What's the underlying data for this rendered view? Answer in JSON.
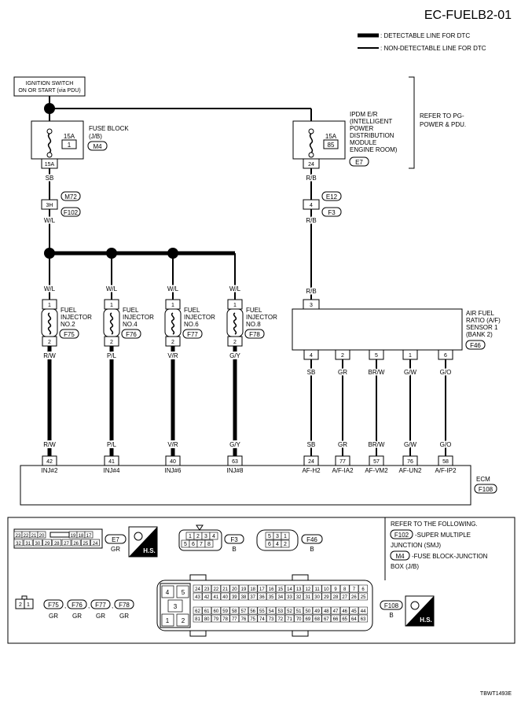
{
  "page_id": "EC-FUELB2-01",
  "legend": {
    "detectable": ": DETECTABLE LINE FOR DTC",
    "non_detectable": ": NON-DETECTABLE LINE FOR DTC"
  },
  "ignition": {
    "line1": "IGNITION SWITCH",
    "line2": "ON OR START (via PDU)"
  },
  "fuse_block": {
    "lines": [
      "FUSE BLOCK",
      "(J/B)"
    ],
    "fuse_rating": "15A",
    "fuse_no": "1",
    "connector": "M4",
    "terminal": "15A"
  },
  "ipdm": {
    "lines": [
      "IPDM E/R",
      "(INTELLIGENT",
      "POWER",
      "DISTRIBUTION",
      "MODULE",
      "ENGINE ROOM)"
    ],
    "fuse_rating": "15A",
    "fuse_no": "85",
    "connector": "E7",
    "terminal": "24"
  },
  "refer_pg": [
    "REFER TO PG-",
    "POWER & PDU."
  ],
  "left_wires": {
    "sb": "SB",
    "joint_term": "3H",
    "joint_conn_top": "M72",
    "joint_conn_bot": "F102",
    "wl": "W/L"
  },
  "right_wires": {
    "rb": "R/B",
    "joint_term": "4",
    "joint_conn_top": "E12",
    "joint_conn_bot": "F3",
    "rb2": "R/B"
  },
  "injectors": [
    {
      "name": [
        "FUEL",
        "INJECTOR",
        "NO.2"
      ],
      "conn": "F75",
      "in_wire": "W/L",
      "out_wire": "R/W",
      "ecm_wire": "R/W",
      "ecm_term": "42",
      "ecm_label": "INJ#2"
    },
    {
      "name": [
        "FUEL",
        "INJECTOR",
        "NO.4"
      ],
      "conn": "F76",
      "in_wire": "W/L",
      "out_wire": "P/L",
      "ecm_wire": "P/L",
      "ecm_term": "41",
      "ecm_label": "INJ#4"
    },
    {
      "name": [
        "FUEL",
        "INJECTOR",
        "NO.6"
      ],
      "conn": "F77",
      "in_wire": "W/L",
      "out_wire": "V/R",
      "ecm_wire": "V/R",
      "ecm_term": "40",
      "ecm_label": "INJ#6"
    },
    {
      "name": [
        "FUEL",
        "INJECTOR",
        "NO.8"
      ],
      "conn": "F78",
      "in_wire": "W/L",
      "out_wire": "G/Y",
      "ecm_wire": "G/Y",
      "ecm_term": "63",
      "ecm_label": "INJ#8"
    }
  ],
  "inj_pin_top": "1",
  "inj_pin_bot": "2",
  "af_sensor": {
    "lines": [
      "AIR FUEL",
      "RATIO (A/F)",
      "SENSOR 1",
      "(BANK 2)"
    ],
    "conn": "F46",
    "in_wire": "R/B",
    "in_term": "3",
    "outputs": [
      {
        "term": "4",
        "wire": "SB",
        "ecm_wire": "SB",
        "ecm_term": "24",
        "ecm_label": "AF-H2"
      },
      {
        "term": "2",
        "wire": "GR",
        "ecm_wire": "GR",
        "ecm_term": "77",
        "ecm_label": "A/F-IA2"
      },
      {
        "term": "5",
        "wire": "BR/W",
        "ecm_wire": "BR/W",
        "ecm_term": "57",
        "ecm_label": "AF-VM2"
      },
      {
        "term": "1",
        "wire": "G/W",
        "ecm_wire": "G/W",
        "ecm_term": "76",
        "ecm_label": "AF-UN2"
      },
      {
        "term": "6",
        "wire": "G/O",
        "ecm_wire": "G/O",
        "ecm_term": "58",
        "ecm_label": "A/F-IP2"
      }
    ]
  },
  "ecm": {
    "label": "ECM",
    "conn": "F108"
  },
  "connectors": {
    "e7": {
      "id": "E7",
      "color": "GR",
      "row1": [
        "23",
        "22",
        "21",
        "20",
        "19",
        "18",
        "17"
      ],
      "row2": [
        "32",
        "31",
        "30",
        "29",
        "28",
        "27",
        "26",
        "25",
        "24"
      ]
    },
    "f3": {
      "id": "F3",
      "color": "B",
      "row1": [
        "1",
        "2",
        "3",
        "4"
      ],
      "row2": [
        "5",
        "6",
        "7",
        "8"
      ]
    },
    "f46": {
      "id": "F46",
      "color": "B",
      "row1": [
        "5",
        "3",
        "1"
      ],
      "row2": [
        "6",
        "4",
        "2"
      ]
    },
    "inj": {
      "pins": [
        "2",
        "1"
      ],
      "ids": [
        "F75",
        "F76",
        "F77",
        "F78"
      ],
      "colors": [
        "GR",
        "GR",
        "GR",
        "GR"
      ]
    },
    "f108": {
      "id": "F108",
      "color": "B",
      "left": [
        "4",
        "5",
        "3",
        "1",
        "2"
      ],
      "r1": [
        "24",
        "23",
        "22",
        "21",
        "20",
        "19",
        "18",
        "17",
        "16",
        "15",
        "14",
        "13",
        "12",
        "11",
        "10",
        "9",
        "8",
        "7",
        "6"
      ],
      "r2": [
        "43",
        "42",
        "41",
        "40",
        "39",
        "38",
        "37",
        "36",
        "35",
        "34",
        "33",
        "32",
        "31",
        "30",
        "29",
        "28",
        "27",
        "26",
        "25"
      ],
      "r3": [
        "62",
        "61",
        "60",
        "59",
        "58",
        "57",
        "56",
        "55",
        "54",
        "53",
        "52",
        "51",
        "50",
        "49",
        "48",
        "47",
        "46",
        "45",
        "44"
      ],
      "r4": [
        "81",
        "80",
        "79",
        "78",
        "77",
        "76",
        "75",
        "74",
        "73",
        "72",
        "71",
        "70",
        "69",
        "68",
        "67",
        "66",
        "65",
        "64",
        "63"
      ]
    },
    "hs_label": "H.S."
  },
  "refer_following": {
    "title": "REFER TO THE FOLLOWING.",
    "item1_conn": "F102",
    "item1_text": [
      "-SUPER MULTIPLE",
      "JUNCTION (SMJ)"
    ],
    "item2_conn": "M4",
    "item2_text": [
      "-FUSE BLOCK-JUNCTION",
      "BOX (J/B)"
    ]
  },
  "footer_code": "TBWT1493E"
}
